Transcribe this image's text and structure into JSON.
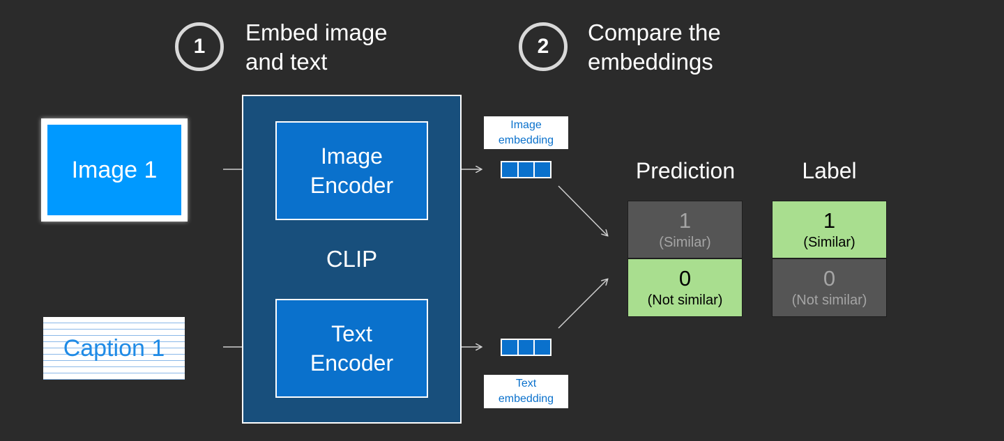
{
  "steps": [
    {
      "number": "1",
      "line1": "Embed image",
      "line2": "and text"
    },
    {
      "number": "2",
      "line1": "Compare the",
      "line2": "embeddings"
    }
  ],
  "inputs": {
    "image": "Image 1",
    "caption": "Caption 1"
  },
  "clip": {
    "label": "CLIP",
    "image_encoder": {
      "line1": "Image",
      "line2": "Encoder"
    },
    "text_encoder": {
      "line1": "Text",
      "line2": "Encoder"
    }
  },
  "embeddings": {
    "image": {
      "line1": "Image",
      "line2": "embedding"
    },
    "text": {
      "line1": "Text",
      "line2": "embedding"
    }
  },
  "prediction": {
    "title": "Prediction",
    "rows": [
      {
        "value": "1",
        "desc": "(Similar)",
        "highlighted": false
      },
      {
        "value": "0",
        "desc": "(Not similar)",
        "highlighted": true
      }
    ]
  },
  "label": {
    "title": "Label",
    "rows": [
      {
        "value": "1",
        "desc": "(Similar)",
        "highlighted": true
      },
      {
        "value": "0",
        "desc": "(Not similar)",
        "highlighted": false
      }
    ]
  },
  "colors": {
    "background": "#2b2b2b",
    "clip_box": "#184f7c",
    "encoder": "#0a71cc",
    "image_input": "#0099ff",
    "highlight_green": "#a9de8f",
    "inactive_gray": "#555555"
  }
}
